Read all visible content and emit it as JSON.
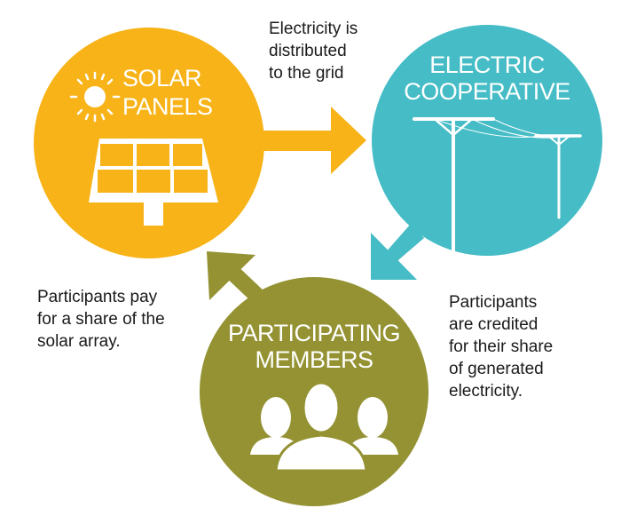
{
  "colors": {
    "solar": "#F7B318",
    "cooperative": "#45BCC6",
    "members": "#949232"
  },
  "nodes": {
    "solar": {
      "line1": "SOLAR",
      "line2": "PANELS",
      "icon": "solar-panel-icon"
    },
    "cooperative": {
      "line1": "ELECTRIC",
      "line2": "COOPERATIVE",
      "icon": "power-lines-icon"
    },
    "members": {
      "line1": "PARTICIPATING",
      "line2": "MEMBERS",
      "icon": "people-icon"
    }
  },
  "captions": {
    "top": [
      "Electricity is",
      "distributed",
      "to the grid"
    ],
    "left": [
      "Participants pay",
      "for a share of the",
      "solar array."
    ],
    "right": [
      "Participants",
      "are credited",
      "for their share",
      "of generated",
      "electricity."
    ]
  }
}
